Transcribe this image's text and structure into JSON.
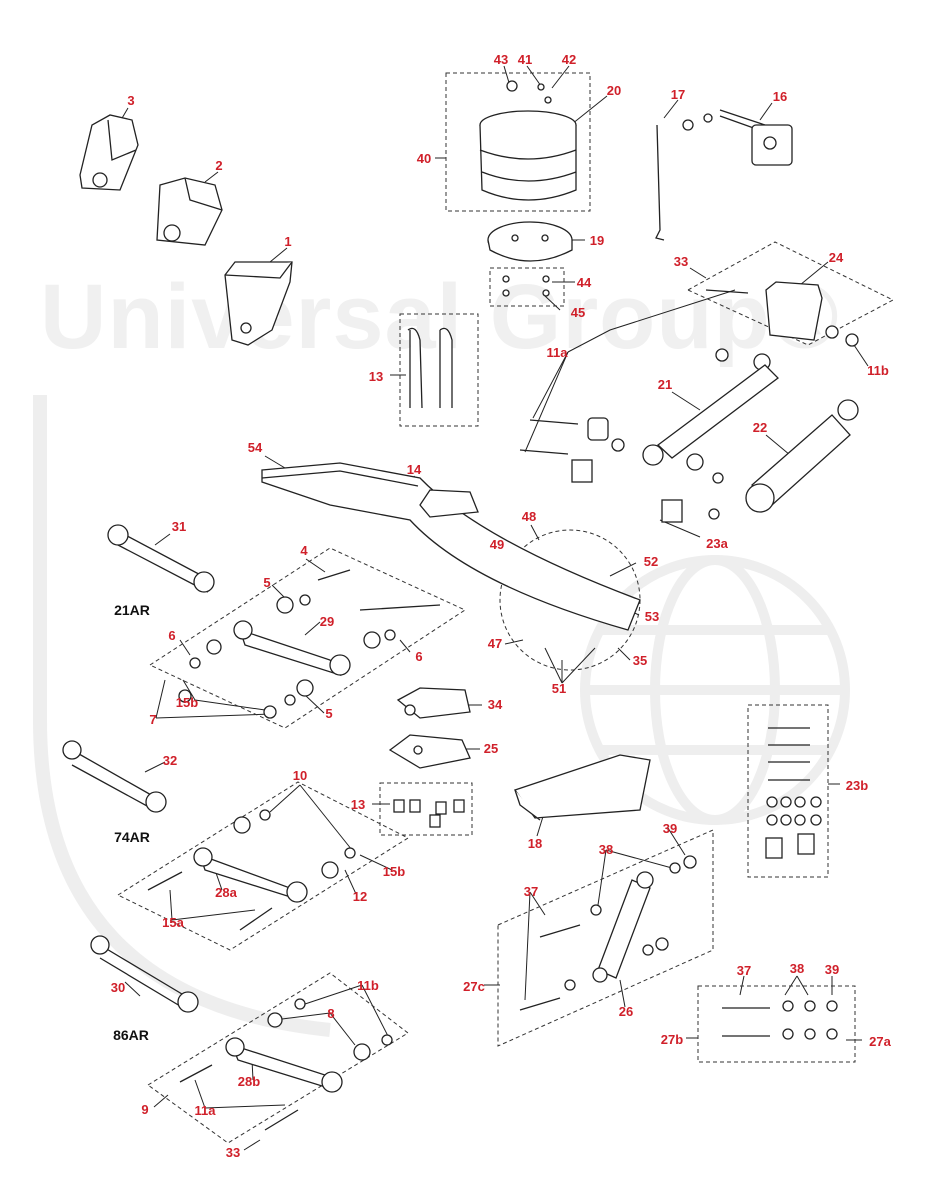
{
  "watermark": "Universal Group®",
  "colors": {
    "callout": "#d0202a",
    "line": "#222222",
    "watermark": "#ececec"
  },
  "labels": {
    "l43": "43",
    "l41": "41",
    "l42": "42",
    "l20": "20",
    "l40": "40",
    "l19": "19",
    "l44": "44",
    "l45": "45",
    "l17": "17",
    "l16": "16",
    "l3": "3",
    "l2": "2",
    "l1": "1",
    "l33a": "33",
    "l24": "24",
    "l11b_a": "11b",
    "l11a_a": "11a",
    "l13a": "13",
    "l21": "21",
    "l22": "22",
    "l23a": "23a",
    "l54": "54",
    "l14": "14",
    "l48": "48",
    "l49": "49",
    "l52": "52",
    "l53": "53",
    "l47": "47",
    "l35": "35",
    "l51": "51",
    "l31": "31",
    "l4": "4",
    "l5a": "5",
    "l29": "29",
    "l6a": "6",
    "l6b": "6",
    "l15b_a": "15b",
    "l5b": "5",
    "l7": "7",
    "l34": "34",
    "l25": "25",
    "l32": "32",
    "l10": "10",
    "l13b": "13",
    "l15b_b": "15b",
    "l28a": "28a",
    "l12": "12",
    "l15a": "15a",
    "l23b": "23b",
    "l18": "18",
    "l39a": "39",
    "l38a": "38",
    "l37a": "37",
    "l27c": "27c",
    "l26": "26",
    "l30": "30",
    "l11b_b": "11b",
    "l8": "8",
    "l28b": "28b",
    "l9": "9",
    "l11a_b": "11a",
    "l33b": "33",
    "l37b": "37",
    "l38b": "38",
    "l39b": "39",
    "l27b": "27b",
    "l27a": "27a",
    "m21AR": "21AR",
    "m74AR": "74AR",
    "m86AR": "86AR"
  }
}
